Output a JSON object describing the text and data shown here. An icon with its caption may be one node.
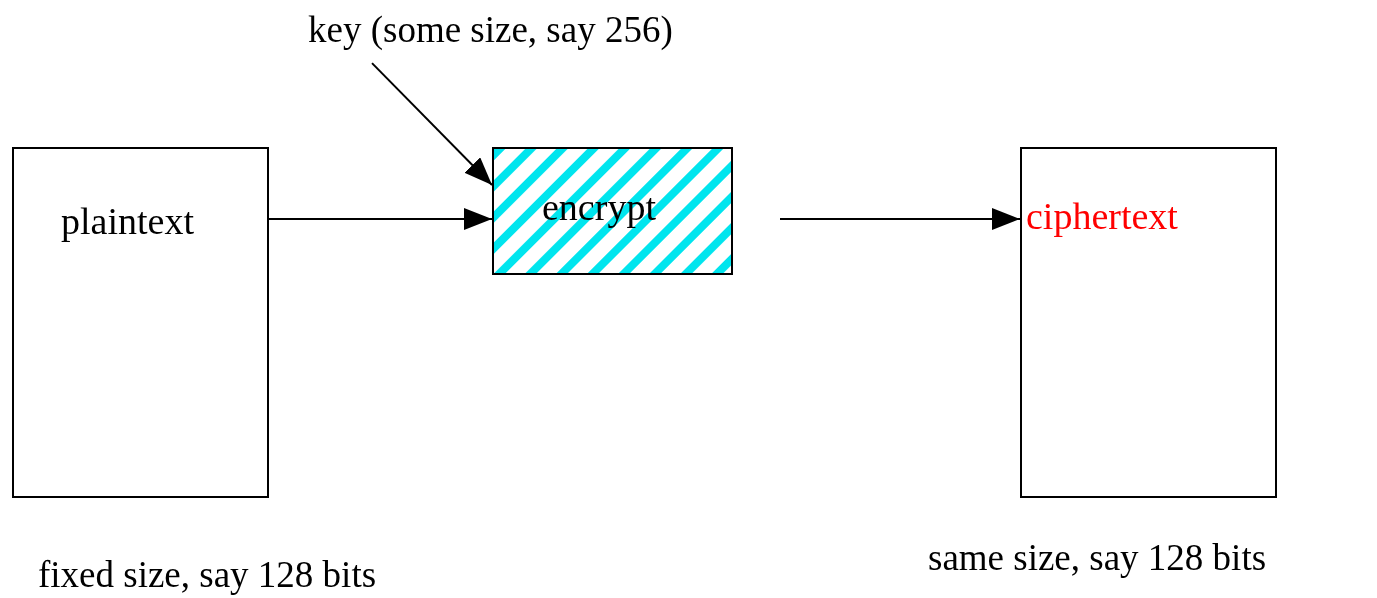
{
  "diagram": {
    "nodes": [
      {
        "text": [
          "key (some size, say 256)"
        ]
      },
      {
        "text": [
          "plaintext"
        ],
        "beside": [
          "fixed size, say 128 bits"
        ]
      },
      {
        "text": [
          "encrypt"
        ]
      },
      {
        "text": [
          "ciphertext"
        ],
        "beside": [
          "same size, say 128 bits"
        ]
      }
    ],
    "edges": [
      {
        "from": 0,
        "to": 2,
        "arrow": "to"
      },
      {
        "from": 1,
        "to": 2,
        "arrow": "to"
      },
      {
        "from": 2,
        "to": 3,
        "arrow": "to"
      }
    ]
  }
}
